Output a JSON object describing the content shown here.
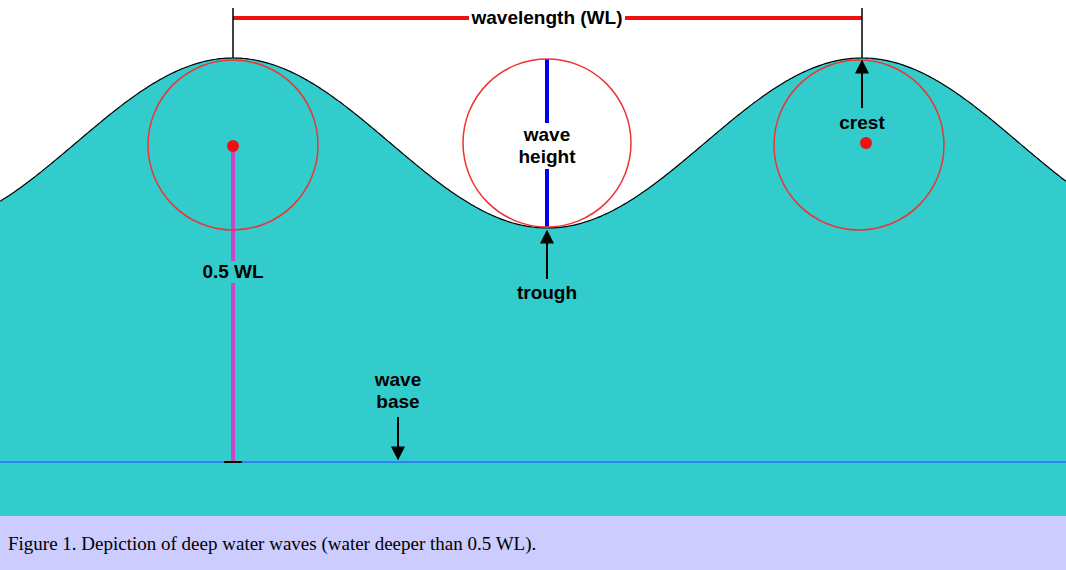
{
  "diagram": {
    "caption": "Figure 1. Depiction of deep water waves (water deeper than 0.5 WL).",
    "nodes": [
      {
        "text": [
          "wave height"
        ]
      }
    ],
    "labels": [
      "wavelength (WL)",
      "crest",
      "trough",
      "0.5 WL",
      "wave base"
    ]
  }
}
